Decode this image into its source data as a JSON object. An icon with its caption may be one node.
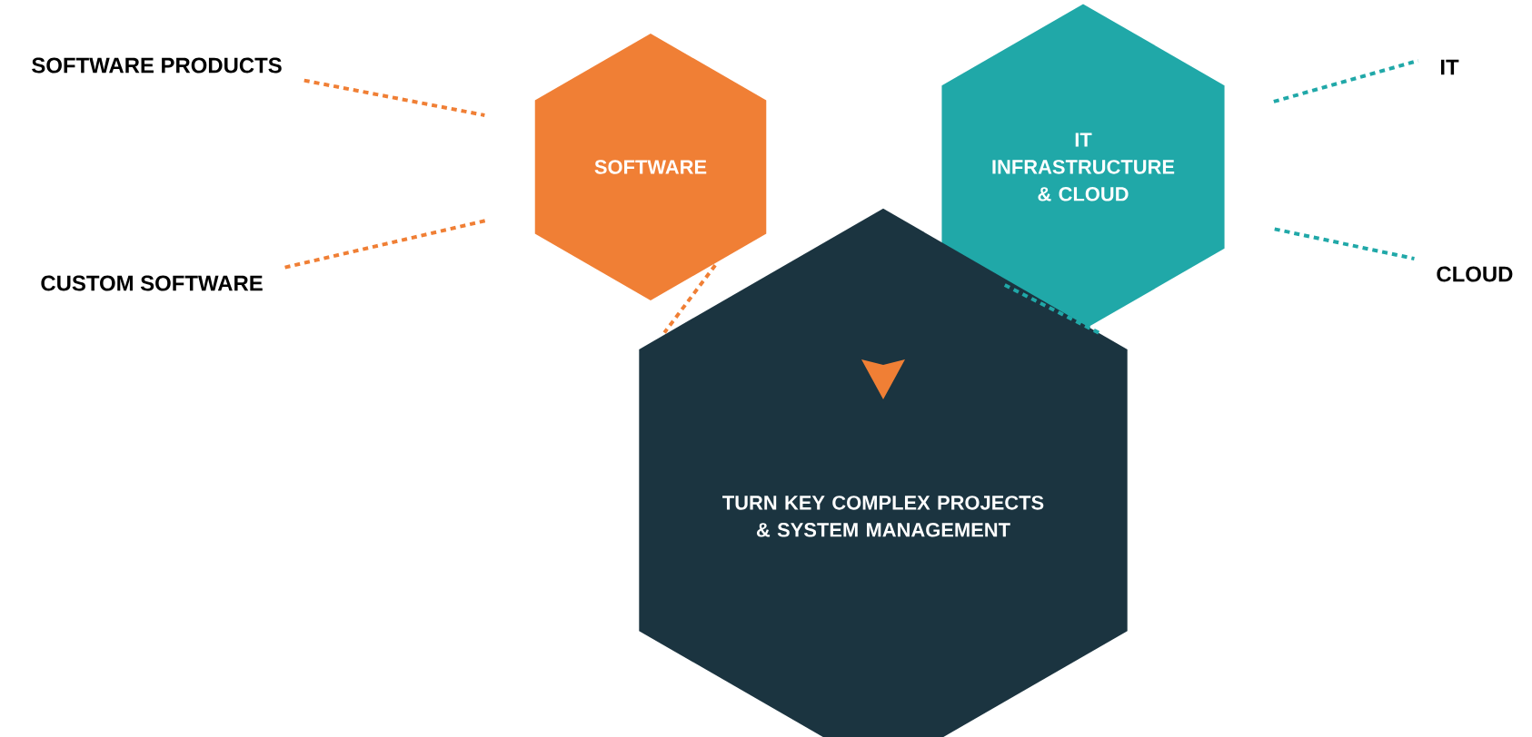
{
  "diagram": {
    "nodes": [
      {
        "text": [
          "SOFTWARE PRODUCTS"
        ]
      },
      {
        "text": [
          "SOFTWARE"
        ]
      },
      {
        "text": [
          "IT INFRASTRUCTURE & CLOUD"
        ]
      },
      {
        "text": [
          "IT"
        ]
      },
      {
        "text": [
          "CUSTOM SOFTWARE"
        ]
      },
      {
        "text": [
          "CLOUD"
        ]
      },
      {
        "text": [
          "TURN KEY COMPLEX PROJECTS & SYSTEM MANAGEMENT"
        ]
      }
    ],
    "edges": [
      {
        "from": 0,
        "to": 1,
        "arrow": "none",
        "style": "dashed",
        "color": "#f07f35"
      },
      {
        "from": 4,
        "to": 1,
        "arrow": "none",
        "style": "dashed",
        "color": "#f07f35"
      },
      {
        "from": 2,
        "to": 3,
        "arrow": "none",
        "style": "dashed",
        "color": "#20a8a8"
      },
      {
        "from": 2,
        "to": 5,
        "arrow": "none",
        "style": "dashed",
        "color": "#20a8a8"
      },
      {
        "from": 1,
        "to": 6,
        "arrow": "none",
        "style": "dashed",
        "color": "#f07f35"
      },
      {
        "from": 2,
        "to": 6,
        "arrow": "none",
        "style": "dashed",
        "color": "#20a8a8"
      }
    ]
  }
}
